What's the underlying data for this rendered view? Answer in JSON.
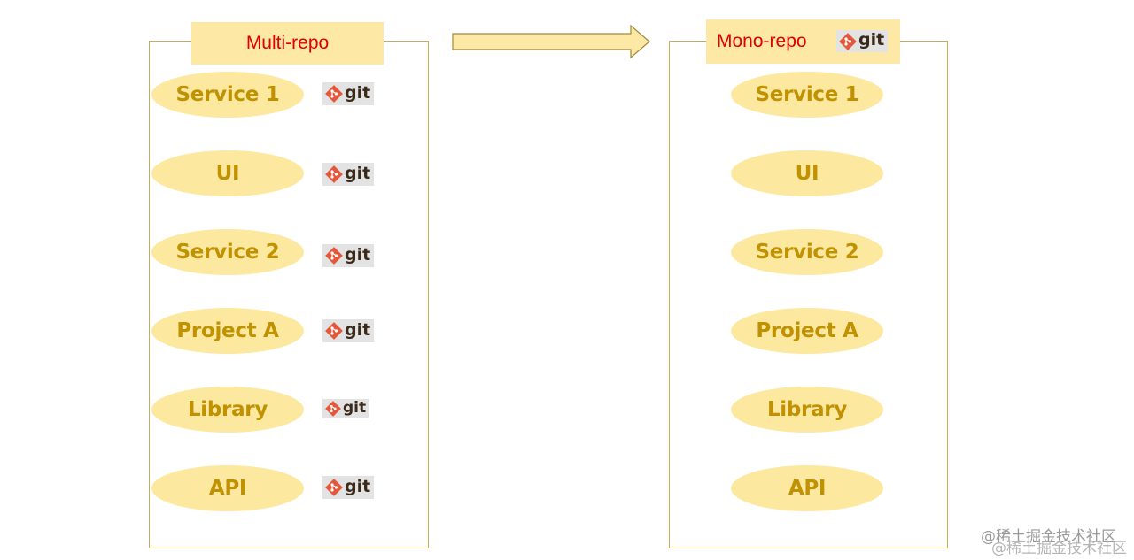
{
  "left_panel": {
    "title": "Multi-repo",
    "items": [
      {
        "label": "Service 1"
      },
      {
        "label": "UI"
      },
      {
        "label": "Service 2"
      },
      {
        "label": "Project A"
      },
      {
        "label": "Library"
      },
      {
        "label": "API"
      }
    ]
  },
  "right_panel": {
    "title": "Mono-repo",
    "items": [
      {
        "label": "Service 1"
      },
      {
        "label": "UI"
      },
      {
        "label": "Service 2"
      },
      {
        "label": "Project A"
      },
      {
        "label": "Library"
      },
      {
        "label": "API"
      }
    ]
  },
  "git_logo_text": "git",
  "watermark": "@稀土掘金技术社区",
  "colors": {
    "oval_fill": "#fde8a0",
    "oval_text": "#c09100",
    "title_fill": "#fde8a6",
    "title_text": "#e00000",
    "panel_border": "#c8ac57",
    "git_orange": "#e4573a"
  }
}
